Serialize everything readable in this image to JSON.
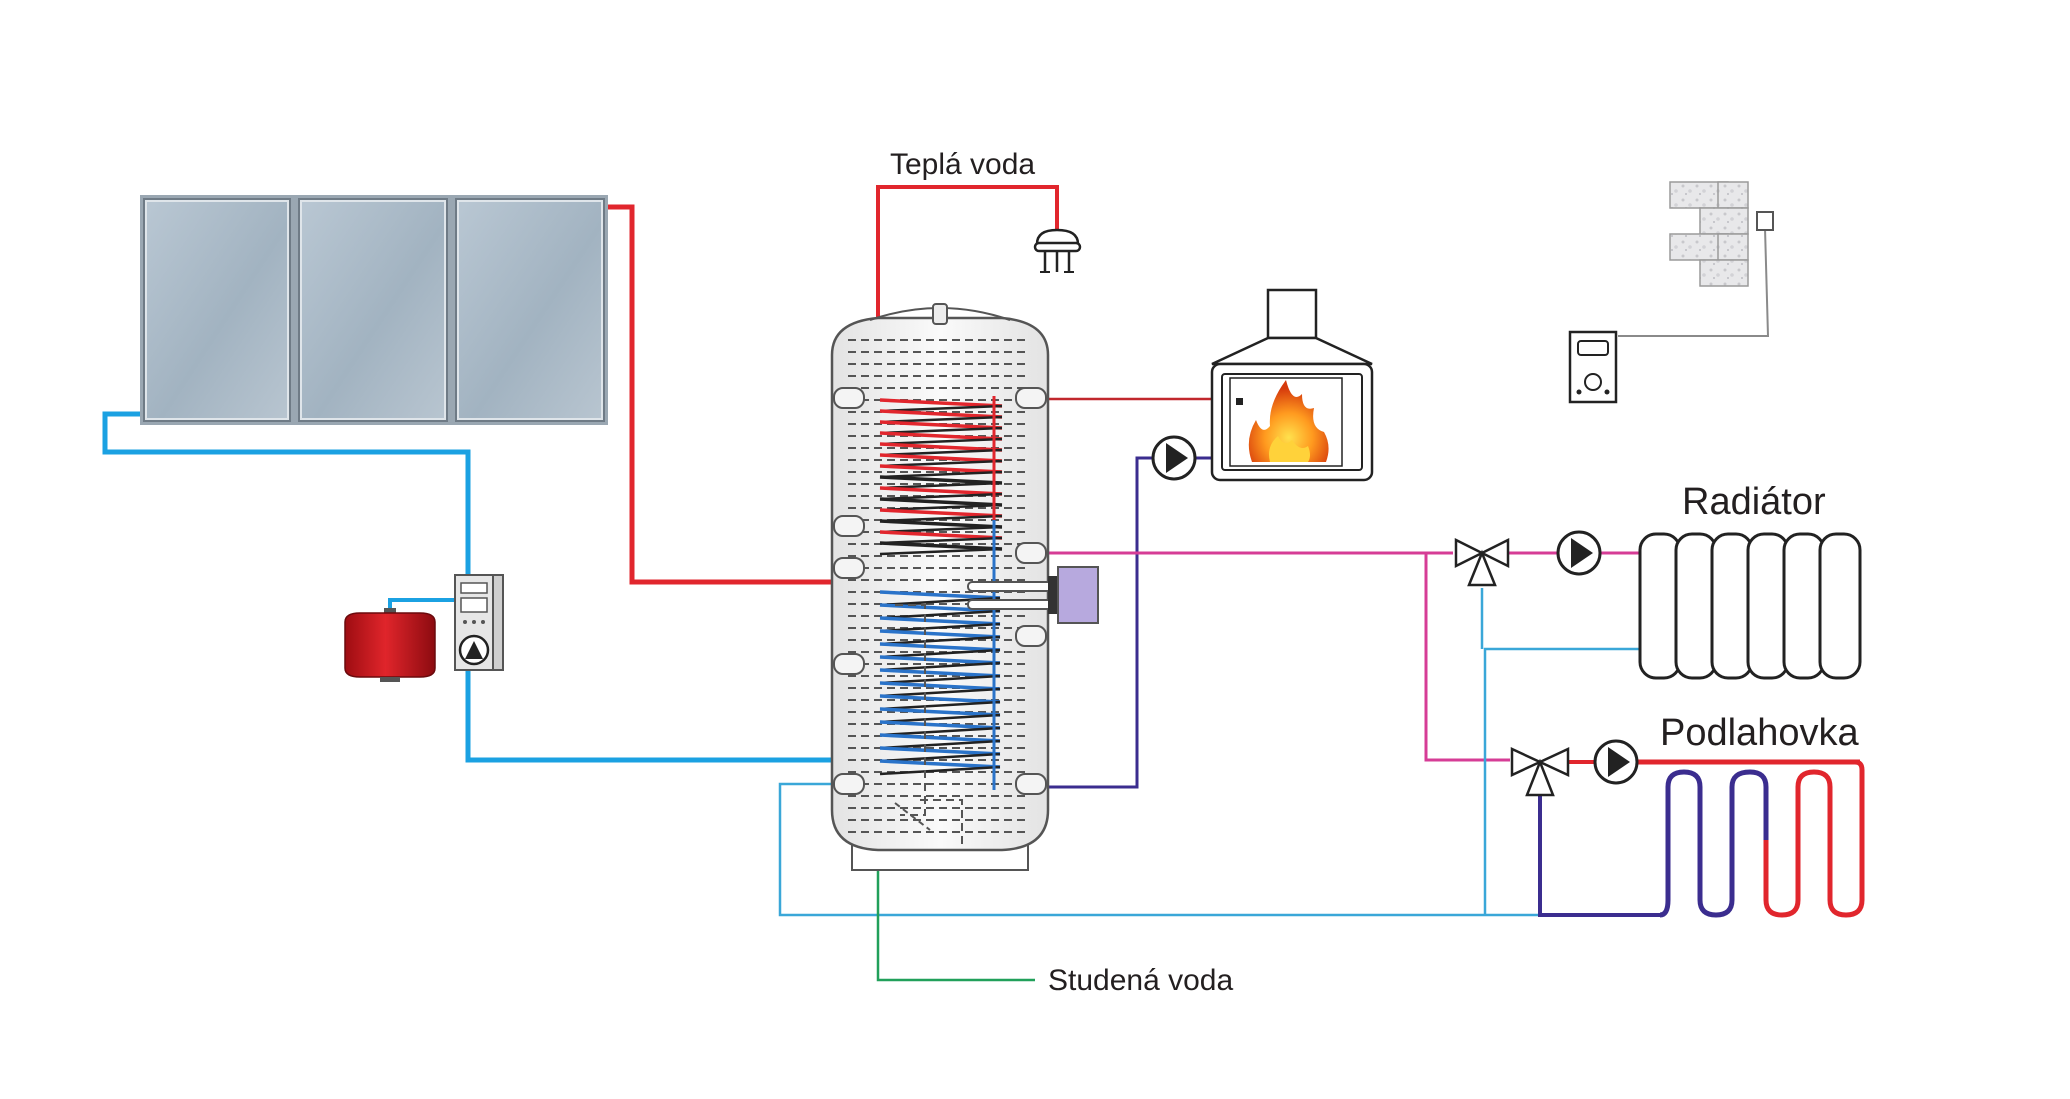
{
  "labels": {
    "hot_water": "Teplá voda",
    "cold_water": "Studená voda",
    "radiator": "Radiátor",
    "floor_heating": "Podlahovka"
  },
  "colors": {
    "solar_return": "#1ba1e2",
    "hot_red": "#e1262d",
    "magenta": "#d63c96",
    "navy": "#3b2d8f",
    "light_blue": "#3aa7d8",
    "green": "#21a05a",
    "dark_red_line": "#c1272d",
    "tank_outline": "#555555",
    "coil_blue": "#2a73c9"
  },
  "icons": {
    "solar_panels": "solar-collector-icon",
    "expansion_tank": "expansion-vessel-icon",
    "solar_station": "pump-station-icon",
    "tank": "storage-tank-icon",
    "fireplace": "fireplace-icon",
    "shower": "shower-head-icon",
    "thermostat": "room-thermostat-icon",
    "wall": "brick-wall-icon",
    "radiator": "radiator-icon",
    "floor": "floor-heating-coil-icon",
    "pump": "circulation-pump-icon",
    "valve": "three-way-valve-icon",
    "heater": "electric-heater-icon"
  }
}
